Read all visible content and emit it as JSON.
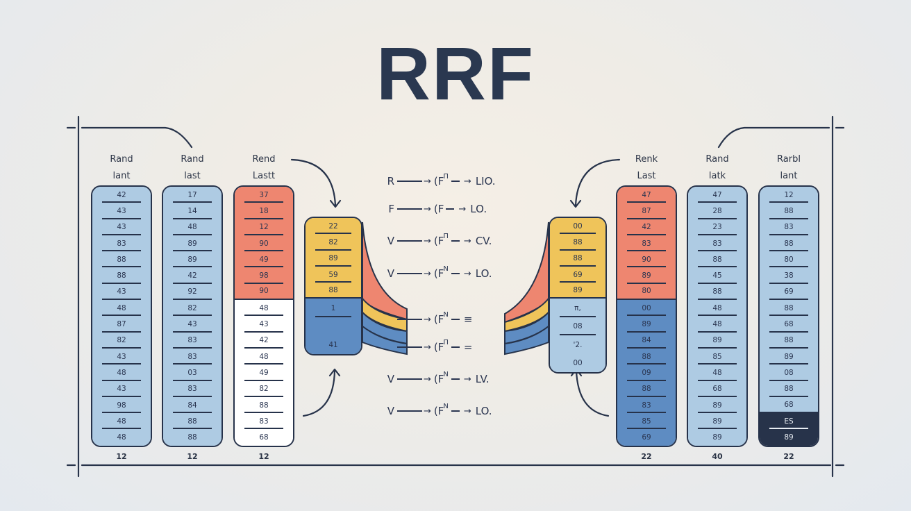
{
  "title": "RRF",
  "colors": {
    "light_blue": "#aecbe3",
    "mid_blue": "#5e8cc2",
    "coral": "#ee8670",
    "yellow": "#efc45a",
    "white": "#ffffff",
    "dark": "#27334a",
    "ink": "#26324a"
  },
  "left_lists": [
    {
      "header": [
        "Rand",
        "lant"
      ],
      "footer": "12",
      "cells": [
        {
          "v": "42",
          "c": "light_blue"
        },
        {
          "v": "43",
          "c": "light_blue"
        },
        {
          "v": "43",
          "c": "light_blue"
        },
        {
          "v": "83",
          "c": "light_blue"
        },
        {
          "v": "88",
          "c": "light_blue"
        },
        {
          "v": "88",
          "c": "light_blue"
        },
        {
          "v": "43",
          "c": "light_blue"
        },
        {
          "v": "48",
          "c": "light_blue"
        },
        {
          "v": "87",
          "c": "light_blue"
        },
        {
          "v": "82",
          "c": "light_blue"
        },
        {
          "v": "43",
          "c": "light_blue"
        },
        {
          "v": "48",
          "c": "light_blue"
        },
        {
          "v": "43",
          "c": "light_blue"
        },
        {
          "v": "98",
          "c": "light_blue"
        },
        {
          "v": "48",
          "c": "light_blue"
        },
        {
          "v": "48",
          "c": "light_blue"
        }
      ]
    },
    {
      "header": [
        "Rand",
        "last"
      ],
      "footer": "12",
      "cells": [
        {
          "v": "17",
          "c": "light_blue"
        },
        {
          "v": "14",
          "c": "light_blue"
        },
        {
          "v": "48",
          "c": "light_blue"
        },
        {
          "v": "89",
          "c": "light_blue"
        },
        {
          "v": "89",
          "c": "light_blue"
        },
        {
          "v": "42",
          "c": "light_blue"
        },
        {
          "v": "92",
          "c": "light_blue"
        },
        {
          "v": "82",
          "c": "light_blue"
        },
        {
          "v": "43",
          "c": "light_blue"
        },
        {
          "v": "83",
          "c": "light_blue"
        },
        {
          "v": "83",
          "c": "light_blue"
        },
        {
          "v": "03",
          "c": "light_blue"
        },
        {
          "v": "83",
          "c": "light_blue"
        },
        {
          "v": "84",
          "c": "light_blue"
        },
        {
          "v": "88",
          "c": "light_blue"
        },
        {
          "v": "88",
          "c": "light_blue"
        }
      ]
    },
    {
      "header": [
        "Rend",
        "Lastt"
      ],
      "footer": "12",
      "cells": [
        {
          "v": "37",
          "c": "coral"
        },
        {
          "v": "18",
          "c": "coral"
        },
        {
          "v": "12",
          "c": "coral"
        },
        {
          "v": "90",
          "c": "coral"
        },
        {
          "v": "49",
          "c": "coral"
        },
        {
          "v": "98",
          "c": "coral"
        },
        {
          "v": "90",
          "c": "coral"
        },
        {
          "v": "48",
          "c": "white"
        },
        {
          "v": "43",
          "c": "white"
        },
        {
          "v": "42",
          "c": "white"
        },
        {
          "v": "48",
          "c": "white"
        },
        {
          "v": "49",
          "c": "white"
        },
        {
          "v": "82",
          "c": "white"
        },
        {
          "v": "88",
          "c": "white"
        },
        {
          "v": "83",
          "c": "white"
        },
        {
          "v": "68",
          "c": "white"
        }
      ]
    }
  ],
  "right_lists": [
    {
      "header": [
        "Renk",
        "Last"
      ],
      "footer": "22",
      "cells": [
        {
          "v": "47",
          "c": "coral"
        },
        {
          "v": "87",
          "c": "coral"
        },
        {
          "v": "42",
          "c": "coral"
        },
        {
          "v": "83",
          "c": "coral"
        },
        {
          "v": "90",
          "c": "coral"
        },
        {
          "v": "89",
          "c": "coral"
        },
        {
          "v": "80",
          "c": "coral"
        },
        {
          "v": "00",
          "c": "mid_blue"
        },
        {
          "v": "89",
          "c": "mid_blue"
        },
        {
          "v": "84",
          "c": "mid_blue"
        },
        {
          "v": "88",
          "c": "mid_blue"
        },
        {
          "v": "09",
          "c": "mid_blue"
        },
        {
          "v": "88",
          "c": "mid_blue"
        },
        {
          "v": "83",
          "c": "mid_blue"
        },
        {
          "v": "85",
          "c": "mid_blue"
        },
        {
          "v": "69",
          "c": "mid_blue"
        }
      ]
    },
    {
      "header": [
        "Rand",
        "latk"
      ],
      "footer": "40",
      "cells": [
        {
          "v": "47",
          "c": "light_blue"
        },
        {
          "v": "28",
          "c": "light_blue"
        },
        {
          "v": "23",
          "c": "light_blue"
        },
        {
          "v": "83",
          "c": "light_blue"
        },
        {
          "v": "88",
          "c": "light_blue"
        },
        {
          "v": "45",
          "c": "light_blue"
        },
        {
          "v": "88",
          "c": "light_blue"
        },
        {
          "v": "48",
          "c": "light_blue"
        },
        {
          "v": "48",
          "c": "light_blue"
        },
        {
          "v": "89",
          "c": "light_blue"
        },
        {
          "v": "85",
          "c": "light_blue"
        },
        {
          "v": "48",
          "c": "light_blue"
        },
        {
          "v": "68",
          "c": "light_blue"
        },
        {
          "v": "89",
          "c": "light_blue"
        },
        {
          "v": "89",
          "c": "light_blue"
        },
        {
          "v": "89",
          "c": "light_blue"
        }
      ]
    },
    {
      "header": [
        "Rarbl",
        "lant"
      ],
      "footer": "22",
      "cells": [
        {
          "v": "12",
          "c": "light_blue"
        },
        {
          "v": "88",
          "c": "light_blue"
        },
        {
          "v": "83",
          "c": "light_blue"
        },
        {
          "v": "88",
          "c": "light_blue"
        },
        {
          "v": "80",
          "c": "light_blue"
        },
        {
          "v": "38",
          "c": "light_blue"
        },
        {
          "v": "69",
          "c": "light_blue"
        },
        {
          "v": "88",
          "c": "light_blue"
        },
        {
          "v": "68",
          "c": "light_blue"
        },
        {
          "v": "88",
          "c": "light_blue"
        },
        {
          "v": "89",
          "c": "light_blue"
        },
        {
          "v": "08",
          "c": "light_blue"
        },
        {
          "v": "88",
          "c": "light_blue"
        },
        {
          "v": "68",
          "c": "light_blue"
        },
        {
          "v": "ES",
          "c": "dark"
        },
        {
          "v": "89",
          "c": "dark"
        }
      ]
    }
  ],
  "merge_left": {
    "cells": [
      {
        "v": "22",
        "c": "yellow"
      },
      {
        "v": "82",
        "c": "yellow"
      },
      {
        "v": "89",
        "c": "yellow"
      },
      {
        "v": "59",
        "c": "yellow"
      },
      {
        "v": "88",
        "c": "yellow"
      },
      {
        "v": "1",
        "c": "mid_blue"
      },
      {
        "v": "",
        "c": "mid_blue"
      },
      {
        "v": "41",
        "c": "mid_blue"
      }
    ]
  },
  "merge_right": {
    "cells": [
      {
        "v": "00",
        "c": "yellow"
      },
      {
        "v": "88",
        "c": "yellow"
      },
      {
        "v": "88",
        "c": "yellow"
      },
      {
        "v": "69",
        "c": "yellow"
      },
      {
        "v": "89",
        "c": "yellow"
      },
      {
        "v": "π,",
        "c": "light_blue"
      },
      {
        "v": "08",
        "c": "light_blue"
      },
      {
        "v": "'2.",
        "c": "light_blue"
      },
      {
        "v": "00",
        "c": "light_blue"
      }
    ]
  },
  "formulas": [
    {
      "lead": "R",
      "fn": "(F",
      "sup": "Π",
      "arrow": true,
      "result": "LIO."
    },
    {
      "lead": "F",
      "fn": "(F",
      "sup": "",
      "arrow": true,
      "result": "LO."
    },
    {
      "lead": "V",
      "fn": "(F",
      "sup": "Π",
      "arrow": true,
      "result": "CV."
    },
    {
      "lead": "V",
      "fn": "(F",
      "sup": "N",
      "arrow": true,
      "result": "LO."
    },
    {
      "lead": "",
      "fn": "(F",
      "sup": "N",
      "arrow": false,
      "result": "≡"
    },
    {
      "lead": "",
      "fn": "(F",
      "sup": "Π",
      "arrow": false,
      "result": "="
    },
    {
      "lead": "V",
      "fn": "(F",
      "sup": "N",
      "arrow": true,
      "result": "LV."
    },
    {
      "lead": "V",
      "fn": "(F",
      "sup": "N",
      "arrow": true,
      "result": "LO."
    }
  ],
  "glyphs": {
    "arrow": "→"
  }
}
